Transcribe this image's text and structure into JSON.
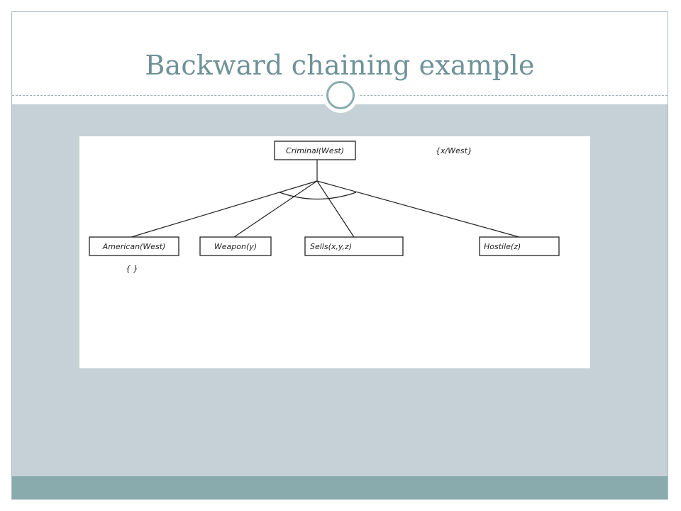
{
  "slide": {
    "title": "Backward chaining example"
  },
  "diagram": {
    "root": {
      "label": "Criminal(West)"
    },
    "root_substitution": "{x/West}",
    "children": [
      {
        "label": "American(West)",
        "substitution": "{ }"
      },
      {
        "label": "Weapon(y)"
      },
      {
        "label": "Sells(x,y,z)"
      },
      {
        "label": "Hostile(z)"
      }
    ]
  },
  "colors": {
    "title": "#6e9298",
    "content_band": "#c5d1d6",
    "bottom_bar": "#8aabad"
  }
}
